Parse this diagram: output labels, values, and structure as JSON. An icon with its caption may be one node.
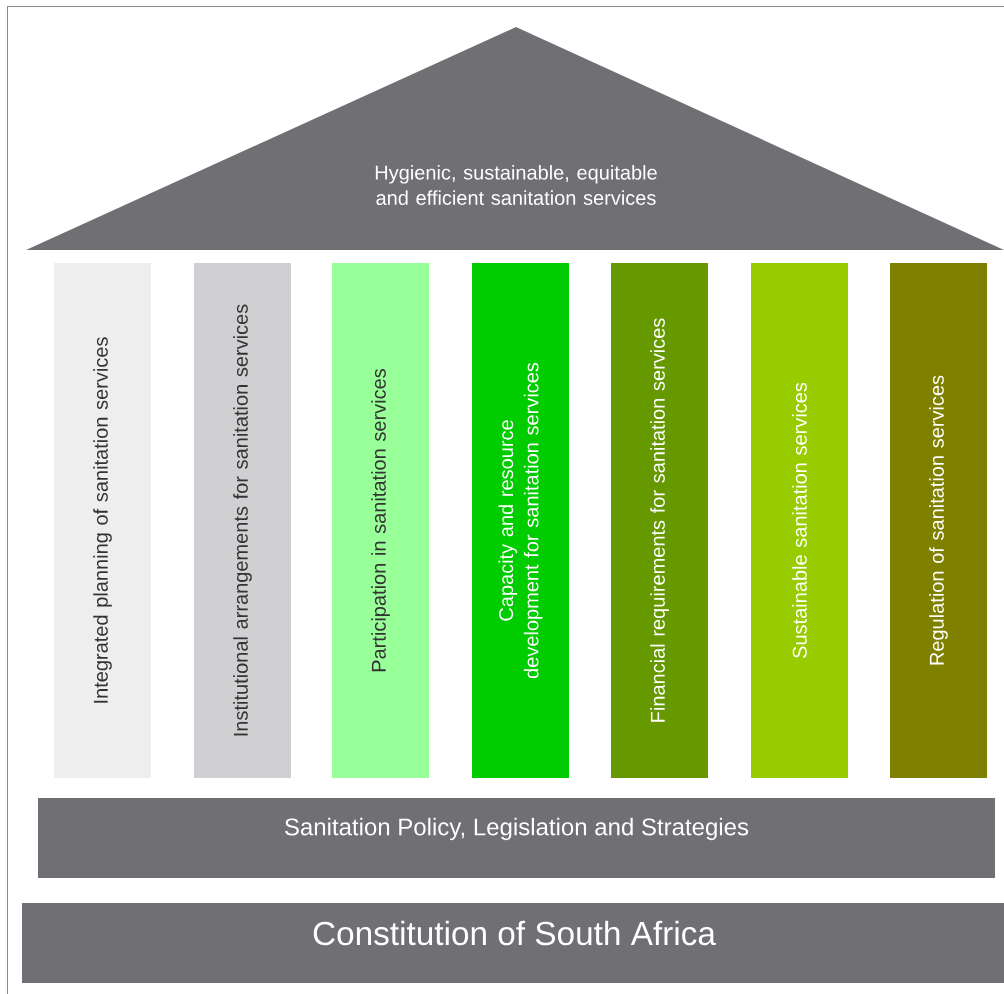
{
  "diagram": {
    "nodes": [
      {
        "text": [
          "Hygienic, sustainable, equitable and efficient sanitation services"
        ]
      },
      {
        "text": [
          "Integrated planning of sanitation services"
        ]
      },
      {
        "text": [
          "Institutional arrangements for sanitation services"
        ]
      },
      {
        "text": [
          "Participation in sanitation services"
        ]
      },
      {
        "text": [
          "Capacity and resource development for sanitation services"
        ]
      },
      {
        "text": [
          "Financial requirements for sanitation services"
        ]
      },
      {
        "text": [
          "Sustainable sanitation services"
        ]
      },
      {
        "text": [
          "Regulation of sanitation services"
        ]
      },
      {
        "text": [
          "Sanitation Policy, Legislation and Strategies"
        ]
      },
      {
        "text": [
          "Constitution of South Africa"
        ]
      }
    ]
  }
}
